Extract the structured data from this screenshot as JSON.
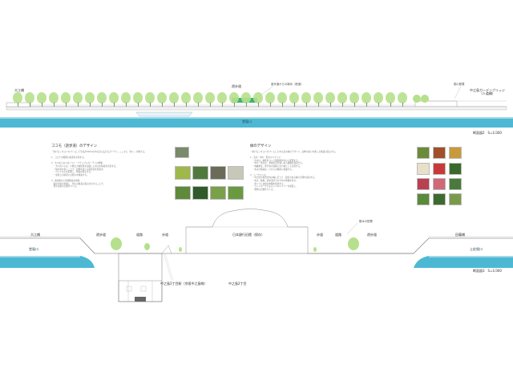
{
  "elevation": {
    "left_label": "大江橋",
    "center_label": "遊歩道",
    "green_tag": "",
    "tag_note": "遊歩道からの眺め（断面）",
    "right_note": "橋の配置",
    "right_label": "中之島ガーデンブリッジ\n（人道橋）",
    "river": "堂島川",
    "scale": "断面図2　S=1/300"
  },
  "left_column": {
    "title": "ココモ（遊歩道）のデザイン",
    "paragraph": "「歩ける」をコンセプトとして全長が200mの中之島に広がるガーデン。ここから「歩く」が始まる。\n\n1．ココモの範囲に緑道を計画する。\n\n2．大川からの川辺ソフト・ナチュラルガーデンの整備\n　・大川沿いには、川側との連続性を意識した水辺の植栽を計画する。\n　・緑の中を歩くことで、四季を感じる遊歩道を目指す。\n　・ベンチなどを配置し、休憩の場とする。\n　・歩道との境界には低木を植栽する。\n\n3．既存樹木と新規植栽の調和\n　既存の樹木を残し、新たな植栽と組み合わせることで、\n　豊かな緑の空間をつくる。"
  },
  "right_column": {
    "title": "緑のデザイン",
    "paragraph": "「歩ける」をコンセプトとした中之島の緑のデザイン。四季の彩りを楽しむ植栽計画とする。\n\n1．高木・中木・低木のバランス\n　・高木は、緑陰をつくる落葉樹を中心に配置する。\n　・中木・低木は、季節の花を楽しめる樹種を選定する。\n　・地被類は、歩行者の目線に近い緑として計画する。\n　・水辺の植栽は、川からの眺めに配慮する。\n\n2．シークエンス\n　・中之島の東西方向の軸に沿って、変化のある緑の空間を演出する。\n　・水辺、緑地、遊歩道がそれぞれの特徴を持ち、\n　　歩く人に多様な体験を提供する。\n　・ランドマークとなるシンボルツリーを配置し、\n　　場所の記憶をつくる。"
  },
  "section": {
    "left_label": "大江橋",
    "left_walk": "遊歩道",
    "road": "道路",
    "sidewalk": "歩道",
    "building": "日本銀行旧館（保存）",
    "walk_r1": "歩道",
    "road_r": "道路",
    "walk_r2": "遊歩道",
    "right_label": "田蓑橋",
    "annotation": "樹木の配置",
    "river_left": "堂島川",
    "river_right": "土佐堀川",
    "underground_left": "中之島2丁目駅（京阪中之島線）",
    "underground_right": "中之島2丁目",
    "scale": "断面図3　S=1/300"
  },
  "colors": {
    "water": "#4db8d4",
    "water_light": "#9fd8e6",
    "tree": "#b6e08c",
    "tree_dark": "#8bc462",
    "accent_green": "#3cb371",
    "line": "#666666"
  }
}
